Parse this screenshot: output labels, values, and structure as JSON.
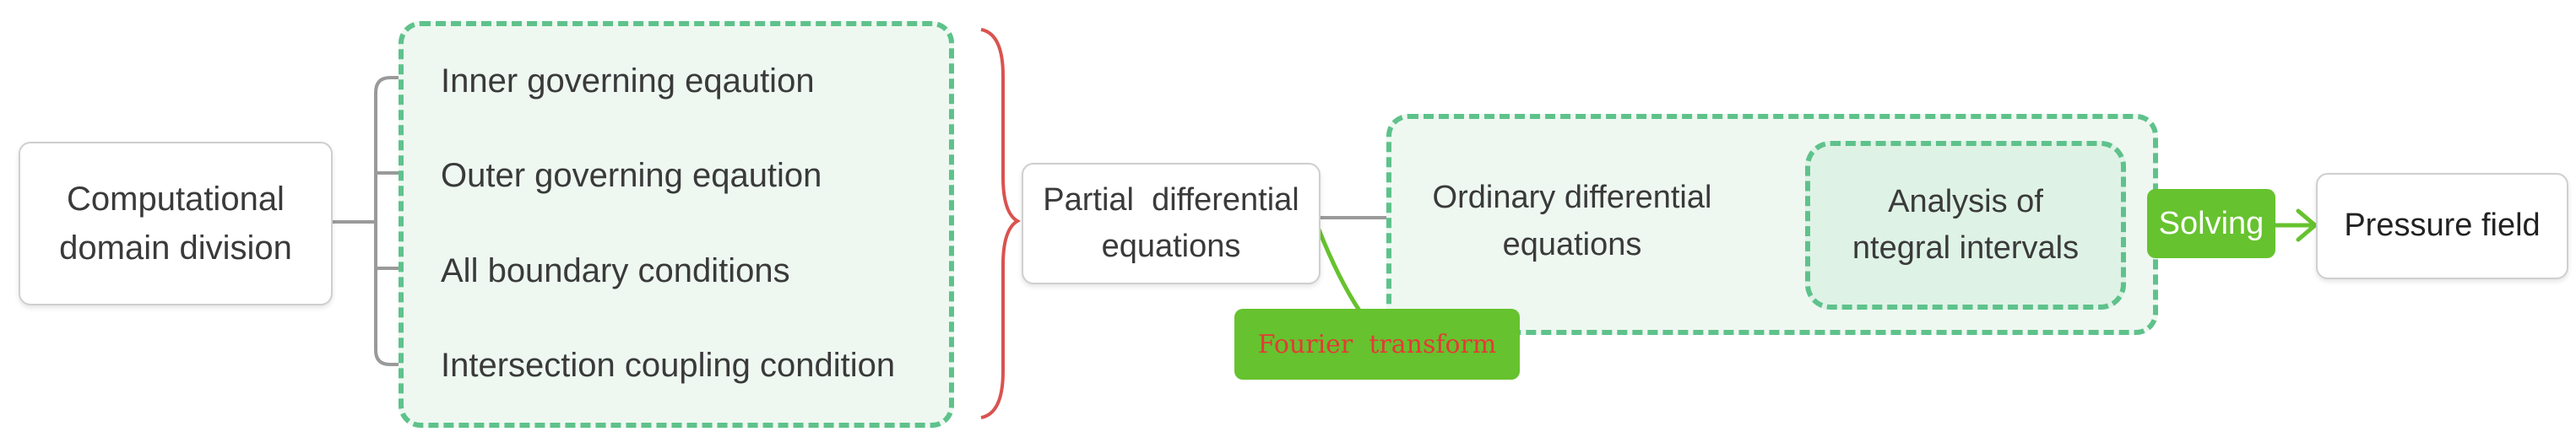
{
  "nodes": {
    "computational": "Computational\ndomain division",
    "group_items": [
      "Inner governing eqaution",
      "Outer governing eqaution",
      "All boundary conditions",
      "Intersection coupling condition"
    ],
    "pde": "Partial  differential\nequations",
    "ode": "Ordinary differential\nequations",
    "analysis": "Analysis of\nntegral intervals",
    "fourier": "Fourier  transform",
    "solving": "Solving",
    "pressure": "Pressure field"
  },
  "colors": {
    "dashed_border": "#5ec28b",
    "group_fill": "#eef8f1",
    "inner_fill": "#dff2e6",
    "accent_green": "#66c22e",
    "brace_red": "#d9534f",
    "fourier_text": "#e53935",
    "connector_gray": "#9a9a9a"
  }
}
